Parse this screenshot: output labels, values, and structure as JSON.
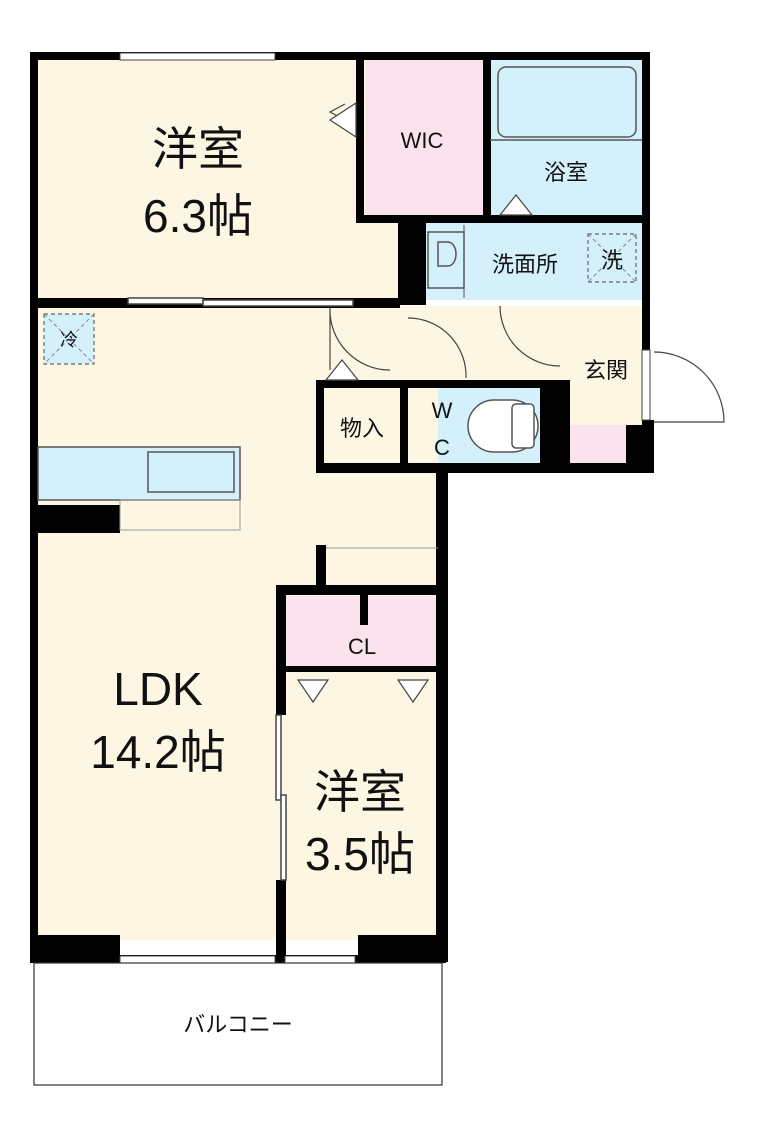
{
  "rooms": {
    "western_main": {
      "name": "洋室",
      "size": "6.3帖"
    },
    "wic": {
      "name": "WIC"
    },
    "bath": {
      "name": "浴室"
    },
    "washroom": {
      "name": "洗面所",
      "washer": "洗"
    },
    "fridge": "冷",
    "entrance": {
      "name": "玄関"
    },
    "storage": {
      "name": "物入"
    },
    "wc": {
      "line1": "W",
      "line2": "C"
    },
    "closet": {
      "name": "CL"
    },
    "ldk": {
      "name": "LDK",
      "size": "14.2帖"
    },
    "western_small": {
      "name": "洋室",
      "size": "3.5帖"
    },
    "balcony": {
      "name": "バルコニー"
    }
  },
  "colors": {
    "wall": "#000000",
    "floor": "#fdf6e3",
    "wet_area": "#d3f0fb",
    "storage": "#fbe3ee",
    "balcony": "#ffffff",
    "fixture_stroke": "#555555"
  }
}
